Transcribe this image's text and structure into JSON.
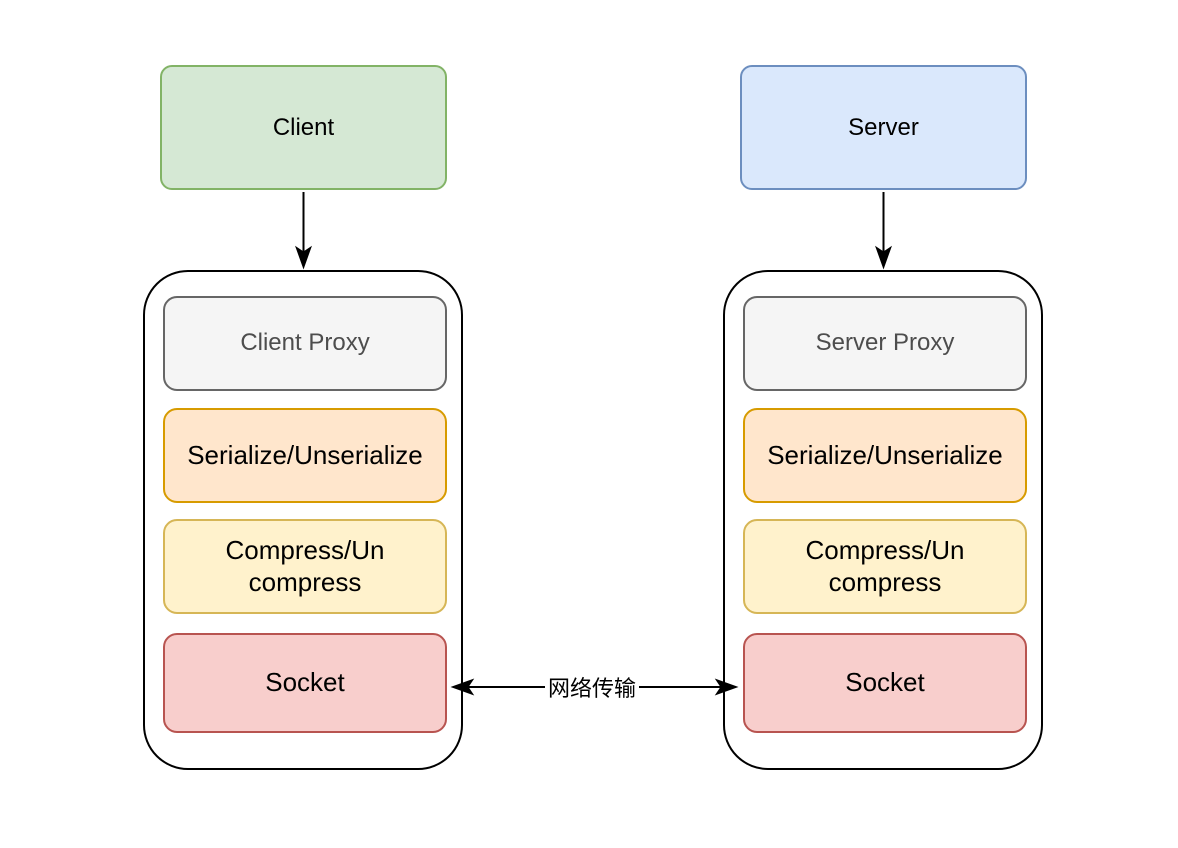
{
  "client": {
    "title": "Client",
    "stack": [
      {
        "label": "Client Proxy"
      },
      {
        "label": "Serialize/Unserialize"
      },
      {
        "label": "Compress/Un compress"
      },
      {
        "label": "Socket"
      }
    ]
  },
  "server": {
    "title": "Server",
    "stack": [
      {
        "label": "Server Proxy"
      },
      {
        "label": "Serialize/Unserialize"
      },
      {
        "label": "Compress/Un compress"
      },
      {
        "label": "Socket"
      }
    ]
  },
  "network": {
    "label": "网络传输"
  },
  "colors": {
    "client_fill": "#d5e8d4",
    "client_stroke": "#82b366",
    "server_fill": "#dae8fc",
    "server_stroke": "#6c8ebf",
    "proxy_fill": "#f5f5f5",
    "proxy_stroke": "#666666",
    "proxy_text": "#4d4d4d",
    "serialize_fill": "#ffe6cc",
    "serialize_stroke": "#d79b00",
    "compress_fill": "#fff2cc",
    "compress_stroke": "#d6b656",
    "socket_fill": "#f8cecc",
    "socket_stroke": "#b85450",
    "arrow": "#000000"
  }
}
